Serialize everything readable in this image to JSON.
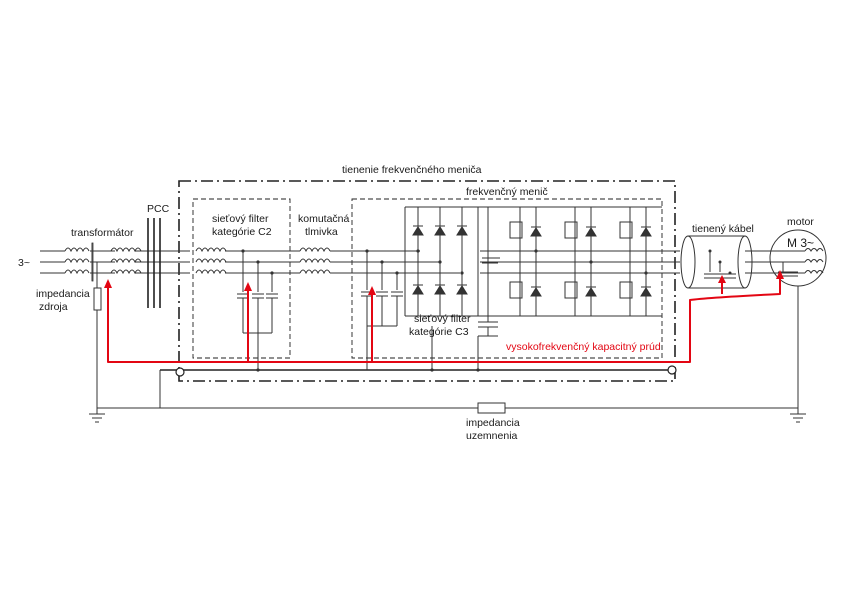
{
  "labels": {
    "enclosure": "tienenie frekvenčného meniča",
    "converter": "frekvenčný menič",
    "pcc": "PCC",
    "transformer": "transformátor",
    "source_phase": "3~",
    "source_impedance_1": "impedancia",
    "source_impedance_2": "zdroja",
    "filter_c2_1": "sieťový filter",
    "filter_c2_2": "kategórie C2",
    "choke_1": "komutačná",
    "choke_2": "tlmivka",
    "filter_c3_1": "sieťový filter",
    "filter_c3_2": "kategórie C3",
    "hf_current": "vysokofrekvenčný kapacitný prúd",
    "cable": "tienený kábel",
    "motor": "motor",
    "motor_symbol": "M 3~",
    "ground_impedance_1": "impedancia",
    "ground_impedance_2": "uzemnenia"
  },
  "colors": {
    "wire": "#333333",
    "current_path": "#e30613",
    "background": "#ffffff"
  }
}
